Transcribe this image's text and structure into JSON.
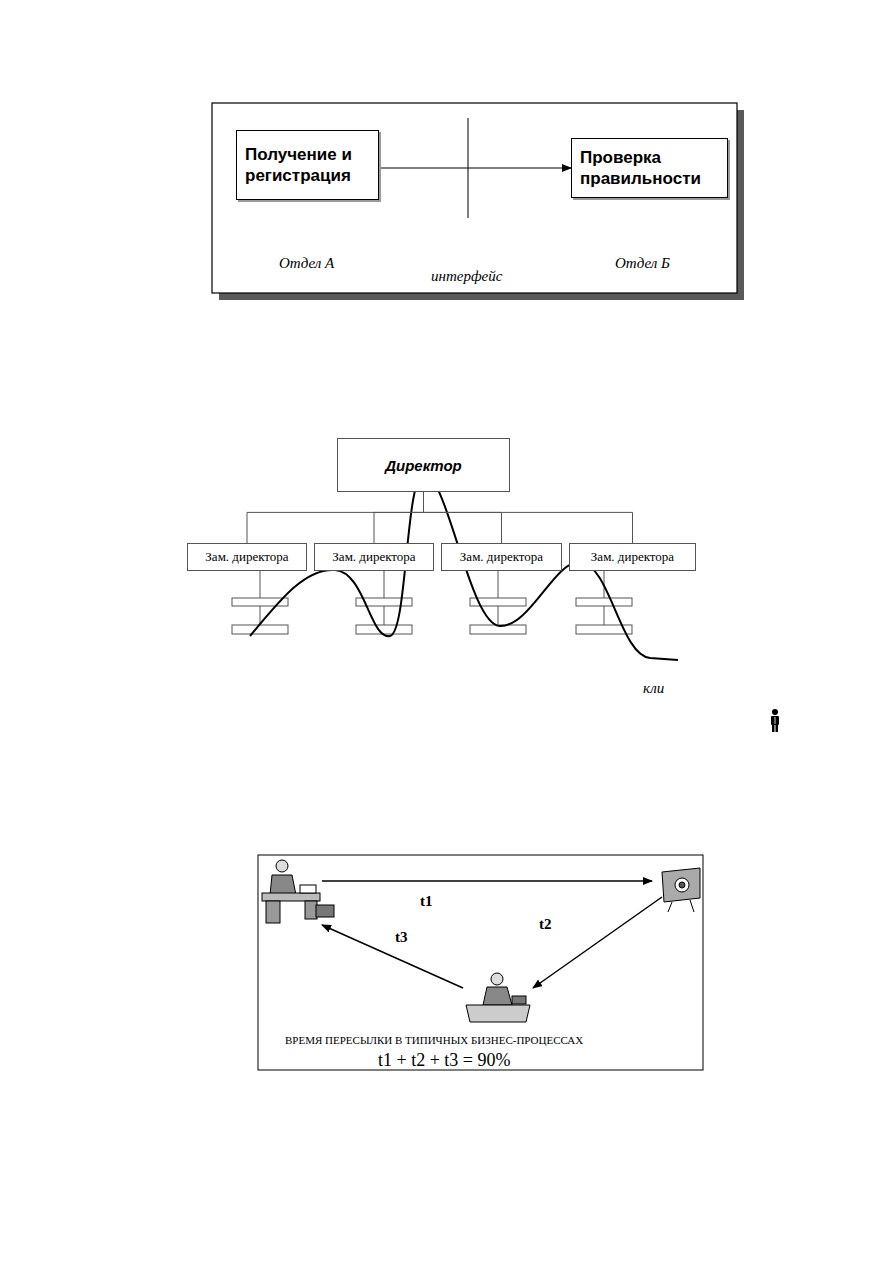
{
  "diagram": {
    "nodes": [
      {
        "text": [
          "Получение и регистрация"
        ]
      },
      {
        "text": [
          "Проверка правильности"
        ]
      },
      {
        "text": [
          "Директор"
        ]
      },
      {
        "text": [
          "Зам. директора"
        ]
      },
      {
        "text": [
          "Зам. директора"
        ]
      },
      {
        "text": [
          "Зам. директора"
        ]
      },
      {
        "text": [
          "Зам. директора"
        ]
      }
    ],
    "edges": [
      {
        "from": 0,
        "to": 1,
        "arrow": "to"
      },
      {
        "from": 2,
        "to": 3,
        "arrow": "none"
      },
      {
        "from": 2,
        "to": 4,
        "arrow": "none"
      },
      {
        "from": 2,
        "to": 5,
        "arrow": "none"
      },
      {
        "from": 2,
        "to": 6,
        "arrow": "none"
      }
    ],
    "labels": [
      "Отдел А",
      "интерфейс",
      "Отдел Б",
      "кли",
      "t1",
      "t2",
      "t3",
      "ВРЕМЯ ПЕРЕСЫЛКИ В ТИПИЧНЫХ БИЗНЕС-ПРОЦЕССАХ",
      "t1 + t2 + t3 = 90%"
    ]
  }
}
